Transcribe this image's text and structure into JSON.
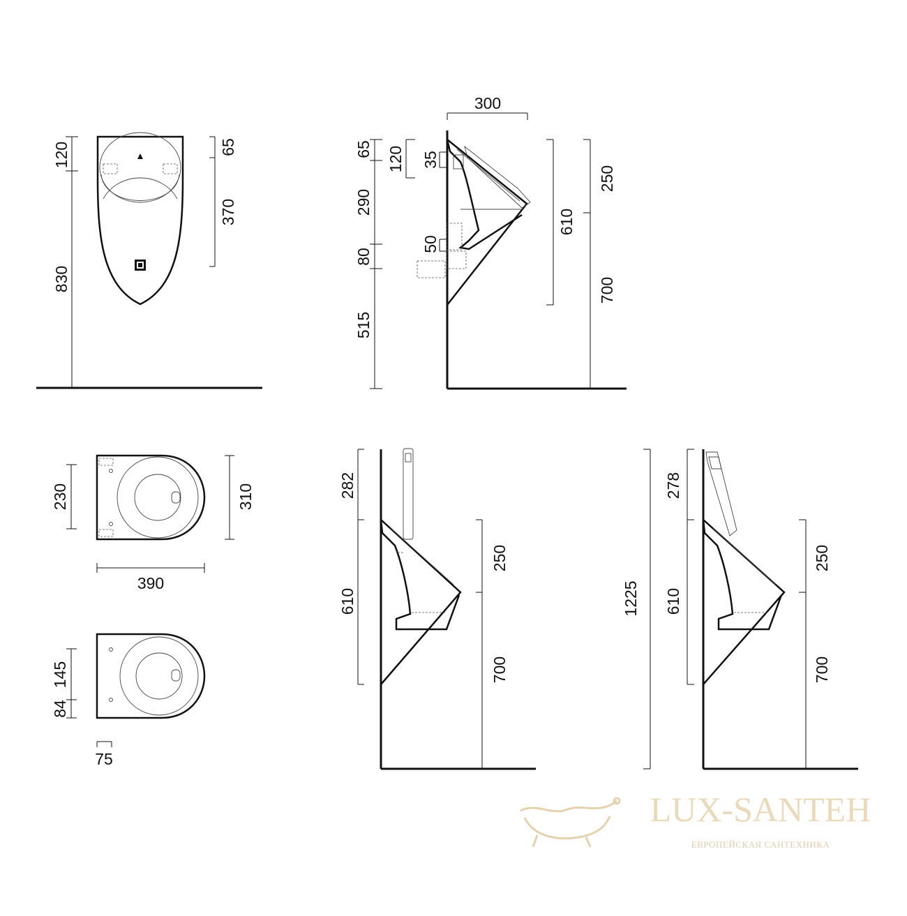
{
  "front_view": {
    "dims": [
      "120",
      "830",
      "65",
      "370"
    ]
  },
  "side_view": {
    "dims": [
      "300",
      "65",
      "290",
      "80",
      "515",
      "120",
      "35",
      "50",
      "610",
      "250",
      "700"
    ]
  },
  "top_view": {
    "dims": [
      "230",
      "310",
      "390"
    ]
  },
  "bottom_view": {
    "dims": [
      "145",
      "84",
      "75"
    ]
  },
  "side_view_sensor": {
    "dims": [
      "282",
      "610",
      "250",
      "700"
    ]
  },
  "side_view_flush": {
    "dims": [
      "1225",
      "278",
      "610",
      "250",
      "700"
    ]
  },
  "watermark": {
    "brand": "LUX-SANTEH",
    "tagline": "ЕВРОПЕЙСКАЯ САНТЕХНИКА"
  }
}
